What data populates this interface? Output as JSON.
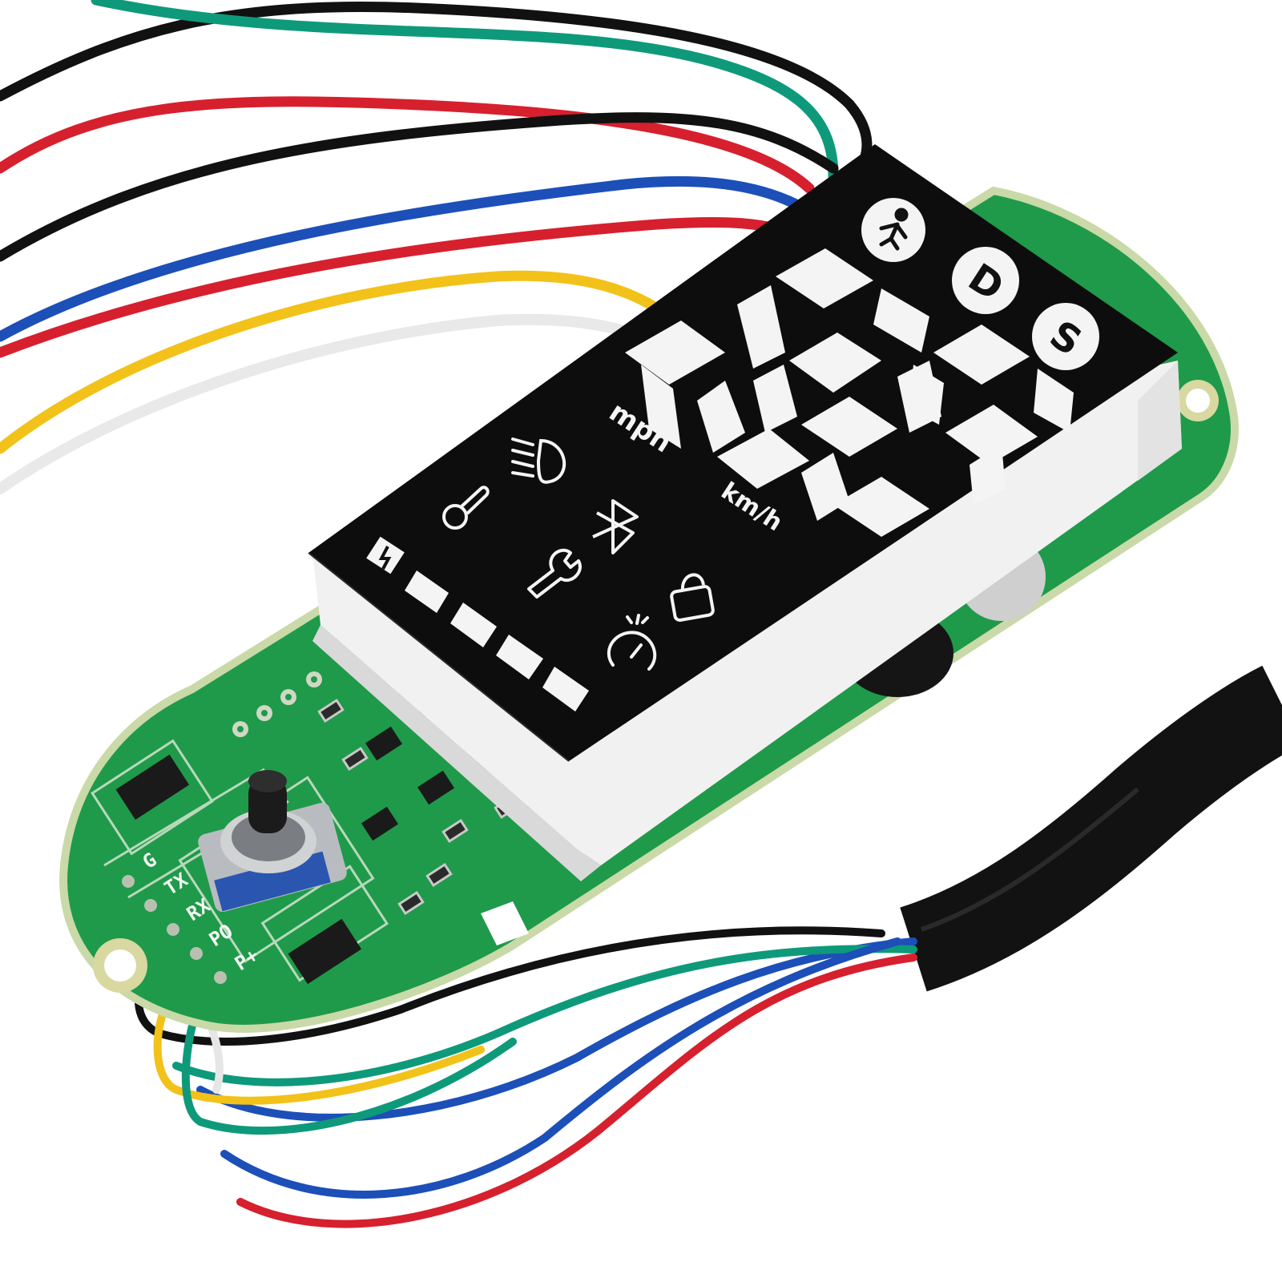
{
  "display": {
    "speed_unit_mph": "mph",
    "speed_unit_kmh": "km/h",
    "mode_buttons": [
      "D",
      "S"
    ]
  },
  "pcb": {
    "pin_labels": [
      "G",
      "TX",
      "RX",
      "PO",
      "P+"
    ]
  },
  "icons": [
    "walk-mode-icon",
    "headlight-icon",
    "thermometer-icon",
    "bluetooth-icon",
    "wrench-icon",
    "lock-icon",
    "speed-limit-icon",
    "charging-icon",
    "battery-icon"
  ],
  "colors": {
    "pcb_green": "#1f9a4a",
    "lcd_black": "#0d0d0d",
    "segment_white": "#f4f4f4",
    "wire_black": "#111111",
    "wire_green": "#0e9a7a",
    "wire_red": "#d6202e",
    "wire_blue": "#1c4fb8",
    "wire_yellow": "#f2c21a",
    "wire_white": "#f4f4f4"
  }
}
